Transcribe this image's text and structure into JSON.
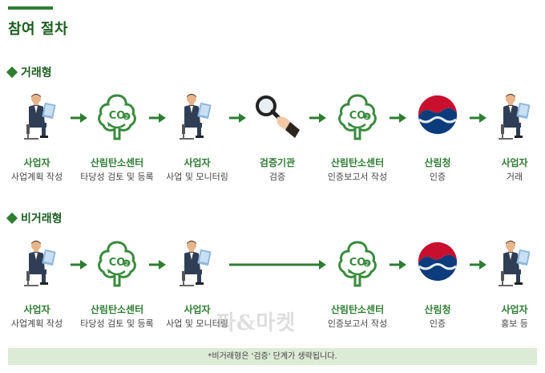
{
  "page_title": "참여 절차",
  "sections": {
    "trade": {
      "heading": "거래형",
      "steps": [
        {
          "actor": "사업자",
          "action": "사업계획 작성",
          "icon": "person-laptop-icon"
        },
        {
          "actor": "산림탄소센터",
          "action": "타당성 검토 및 등록",
          "icon": "co2-tree-icon"
        },
        {
          "actor": "사업자",
          "action": "사업 및 모니터링",
          "icon": "person-laptop-icon"
        },
        {
          "actor": "검증기관",
          "action": "검증",
          "icon": "magnifier-hand-icon"
        },
        {
          "actor": "산림탄소센터",
          "action": "인증보고서 작성",
          "icon": "co2-tree-icon"
        },
        {
          "actor": "산림청",
          "action": "인증",
          "icon": "government-emblem-icon"
        },
        {
          "actor": "사업자",
          "action": "거래",
          "icon": "person-laptop-icon"
        }
      ]
    },
    "non_trade": {
      "heading": "비거래형",
      "steps": [
        {
          "actor": "사업자",
          "action": "사업계획 작성",
          "icon": "person-laptop-icon"
        },
        {
          "actor": "산림탄소센터",
          "action": "타당성 검토 및 등록",
          "icon": "co2-tree-icon"
        },
        {
          "actor": "사업자",
          "action": "사업 및 모니터링",
          "icon": "person-laptop-icon"
        },
        {
          "actor": "산림탄소센터",
          "action": "인증보고서 작성",
          "icon": "co2-tree-icon"
        },
        {
          "actor": "산림청",
          "action": "인증",
          "icon": "government-emblem-icon"
        },
        {
          "actor": "사업자",
          "action": "홍보 등",
          "icon": "person-laptop-icon"
        }
      ]
    }
  },
  "footnote": "*비거래형은 '검증' 단계가 생략됩니다.",
  "watermark": "파&마켓",
  "colors": {
    "accent": "#2e7d32",
    "footnote_bg": "#dcebd5"
  }
}
